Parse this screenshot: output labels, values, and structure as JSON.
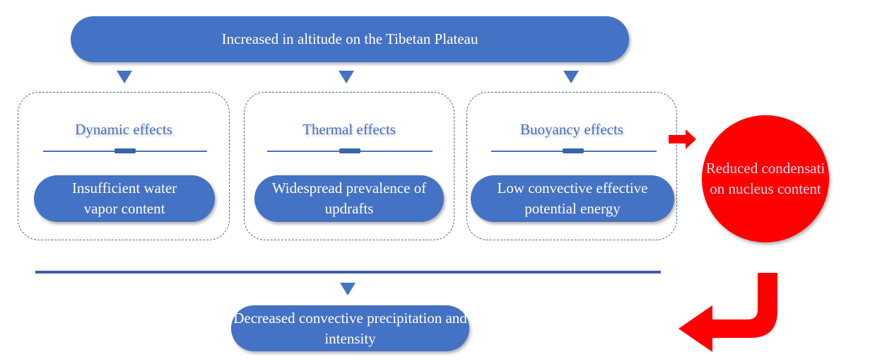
{
  "top": "Increased in altitude on the Tibetan Plateau",
  "effects": [
    {
      "title": "Dynamic effects",
      "result": "Insufficient water vapor content"
    },
    {
      "title": "Thermal effects",
      "result": "Widespread prevalence of updrafts"
    },
    {
      "title": "Buoyancy effects",
      "result": "Low convective effective potential energy"
    }
  ],
  "circle": "Reduced condensati on nucleus content",
  "bottom": "Decreased convective precipitation and intensity",
  "colors": {
    "blue": "#4472c4",
    "red": "#ff0000"
  }
}
